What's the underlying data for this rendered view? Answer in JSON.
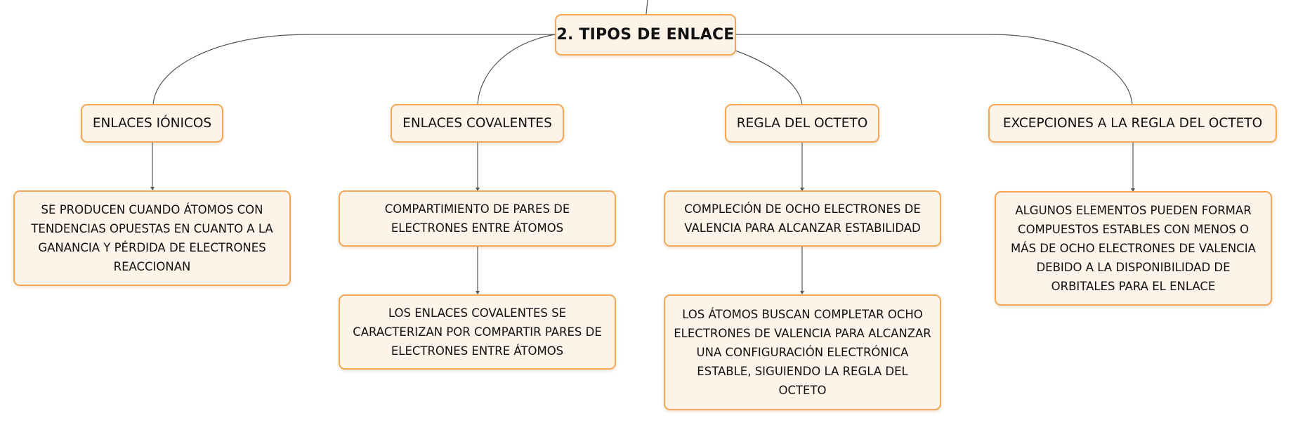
{
  "title": "2. TIPOS DE ENLACE",
  "categories": [
    {
      "label": "ENLACES IÓNICOS",
      "details": [
        "SE PRODUCEN CUANDO ÁTOMOS CON TENDENCIAS OPUESTAS EN CUANTO A LA GANANCIA Y PÉRDIDA DE ELECTRONES REACCIONAN"
      ]
    },
    {
      "label": "ENLACES COVALENTES",
      "details": [
        "COMPARTIMIENTO DE PARES DE ELECTRONES ENTRE ÁTOMOS",
        "LOS ENLACES COVALENTES SE CARACTERIZAN POR COMPARTIR PARES DE ELECTRONES ENTRE ÁTOMOS"
      ]
    },
    {
      "label": "REGLA DEL OCTETO",
      "details": [
        "COMPLECIÓN DE OCHO ELECTRONES DE VALENCIA PARA ALCANZAR ESTABILIDAD",
        "LOS ÁTOMOS BUSCAN COMPLETAR OCHO ELECTRONES DE VALENCIA PARA ALCANZAR UNA CONFIGURACIÓN ELECTRÓNICA ESTABLE, SIGUIENDO LA REGLA DEL OCTETO"
      ]
    },
    {
      "label": "EXCEPCIONES A LA REGLA DEL OCTETO",
      "details": [
        "ALGUNOS ELEMENTOS PUEDEN FORMAR COMPUESTOS ESTABLES CON MENOS O MÁS DE OCHO ELECTRONES DE VALENCIA DEBIDO A LA DISPONIBILIDAD DE ORBITALES PARA EL ENLACE"
      ]
    }
  ],
  "colors": {
    "node_fill": "#fdf3e9",
    "node_border": "#f3a653",
    "connector": "#555555"
  }
}
